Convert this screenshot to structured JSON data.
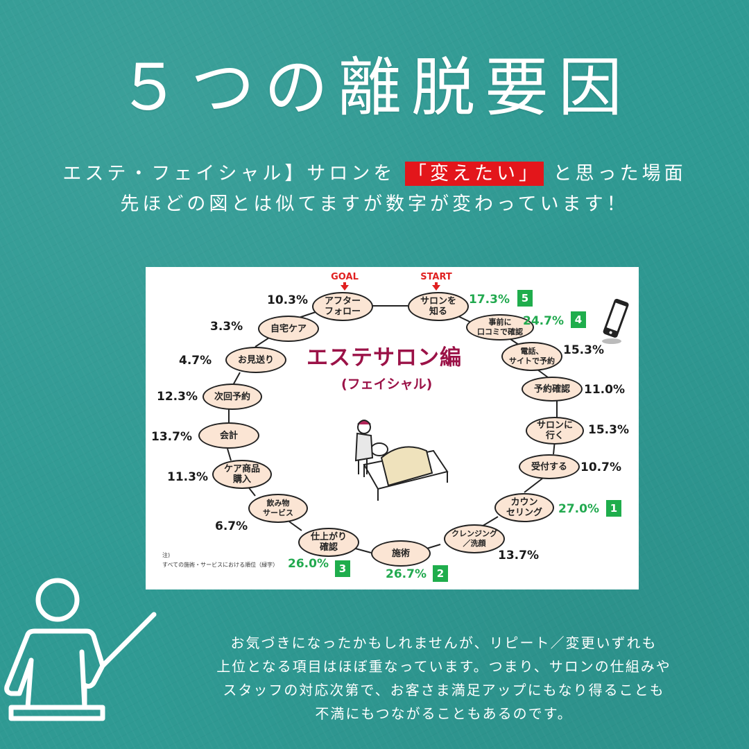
{
  "header": {
    "title": "５つの離脱要因",
    "subtitle_line1_before": "エステ・フェイシャル】サロンを",
    "subtitle_line1_highlight": "「変えたい」",
    "subtitle_line1_after": "と思った場面",
    "subtitle_line2": "先ほどの図とは似てますが数字が変わっています！"
  },
  "colors": {
    "background": "#2f9a93",
    "highlight": "#e3161b",
    "node_fill": "#fbe5d4",
    "rank_green": "#1fad4c",
    "pct_green": "#22a94f",
    "diagram_title": "#9b1247",
    "marker_red": "#e02020"
  },
  "diagram": {
    "title": "エステサロン編",
    "subtitle": "(フェイシャル)",
    "start_label": "START",
    "goal_label": "GOAL",
    "note_title": "注)",
    "note_text": "すべての施術・サービスにおける順位（緑字）",
    "steps": [
      {
        "label": "サロンを\n知る",
        "pct": "17.3%",
        "top5": true,
        "rank": "5"
      },
      {
        "label": "事前に\n口コミで確認",
        "pct": "24.7%",
        "top5": true,
        "rank": "4"
      },
      {
        "label": "電話、\nサイトで予約",
        "pct": "15.3%",
        "top5": false
      },
      {
        "label": "予約確認",
        "pct": "11.0%",
        "top5": false
      },
      {
        "label": "サロンに\n行く",
        "pct": "15.3%",
        "top5": false
      },
      {
        "label": "受付する",
        "pct": "10.7%",
        "top5": false
      },
      {
        "label": "カウン\nセリング",
        "pct": "27.0%",
        "top5": true,
        "rank": "1"
      },
      {
        "label": "クレンジング\n／洗顔",
        "pct": "13.7%",
        "top5": false
      },
      {
        "label": "施術",
        "pct": "26.7%",
        "top5": true,
        "rank": "2"
      },
      {
        "label": "仕上がり\n確認",
        "pct": "26.0%",
        "top5": true,
        "rank": "3"
      },
      {
        "label": "飲み物\nサービス",
        "pct": "6.7%",
        "top5": false
      },
      {
        "label": "ケア商品\n購入",
        "pct": "11.3%",
        "top5": false
      },
      {
        "label": "会計",
        "pct": "13.7%",
        "top5": false
      },
      {
        "label": "次回予約",
        "pct": "12.3%",
        "top5": false
      },
      {
        "label": "お見送り",
        "pct": "4.7%",
        "top5": false
      },
      {
        "label": "自宅ケア",
        "pct": "3.3%",
        "top5": false
      },
      {
        "label": "アフター\nフォロー",
        "pct": "10.3%",
        "top5": false
      }
    ]
  },
  "chart_data": {
    "type": "table",
    "title": "エステサロン編 (フェイシャル) — サロンを「変えたい」と思った場面",
    "categories": [
      "サロンを知る",
      "事前に口コミで確認",
      "電話、サイトで予約",
      "予約確認",
      "サロンに行く",
      "受付する",
      "カウンセリング",
      "クレンジング／洗顔",
      "施術",
      "仕上がり確認",
      "飲み物サービス",
      "ケア商品購入",
      "会計",
      "次回予約",
      "お見送り",
      "自宅ケア",
      "アフターフォロー"
    ],
    "values": [
      17.3,
      24.7,
      15.3,
      11.0,
      15.3,
      10.7,
      27.0,
      13.7,
      26.7,
      26.0,
      6.7,
      11.3,
      13.7,
      12.3,
      4.7,
      3.3,
      10.3
    ],
    "unit": "%",
    "ranks": {
      "カウンセリング": 1,
      "施術": 2,
      "仕上がり確認": 3,
      "事前に口コミで確認": 4,
      "サロンを知る": 5
    }
  },
  "footer": {
    "text": "お気づきになったかもしれませんが、リピート／変更いずれも\n上位となる項目はほぼ重なっています。つまり、サロンの仕組みや\nスタッフの対応次第で、お客さま満足アップにもなり得ることも\n不満にもつながることもあるのです。"
  },
  "icons": {
    "teacher": "teacher-pointer-icon",
    "phone": "smartphone-icon",
    "illustration": "facial-treatment-illustration"
  }
}
